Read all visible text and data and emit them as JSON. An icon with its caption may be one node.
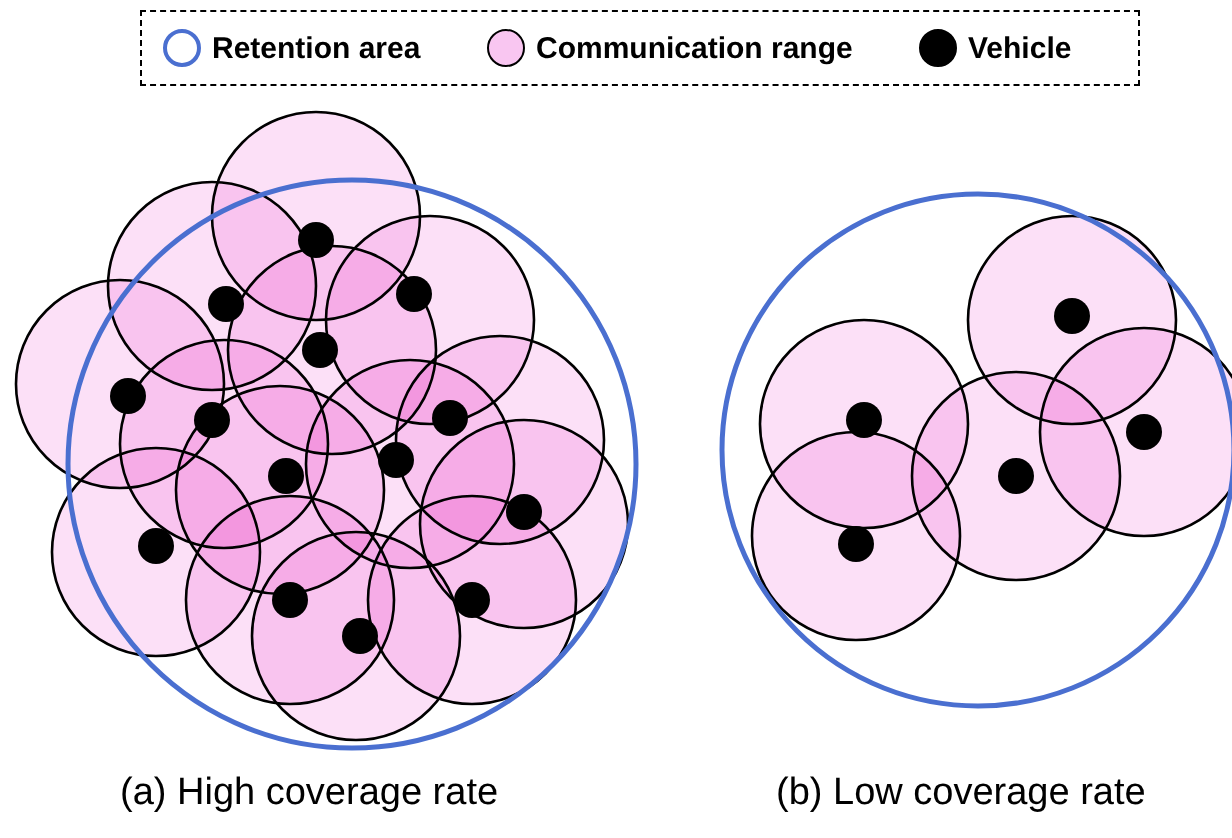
{
  "diagram": {
    "labels": [
      "(a) High coverage rate",
      "(b) Low coverage rate"
    ],
    "legend": [
      {
        "text": "Retention area"
      },
      {
        "text": "Communication range",
        "color": "#f9c6f1"
      },
      {
        "text": "Vehicle",
        "color": "#000000"
      }
    ]
  }
}
